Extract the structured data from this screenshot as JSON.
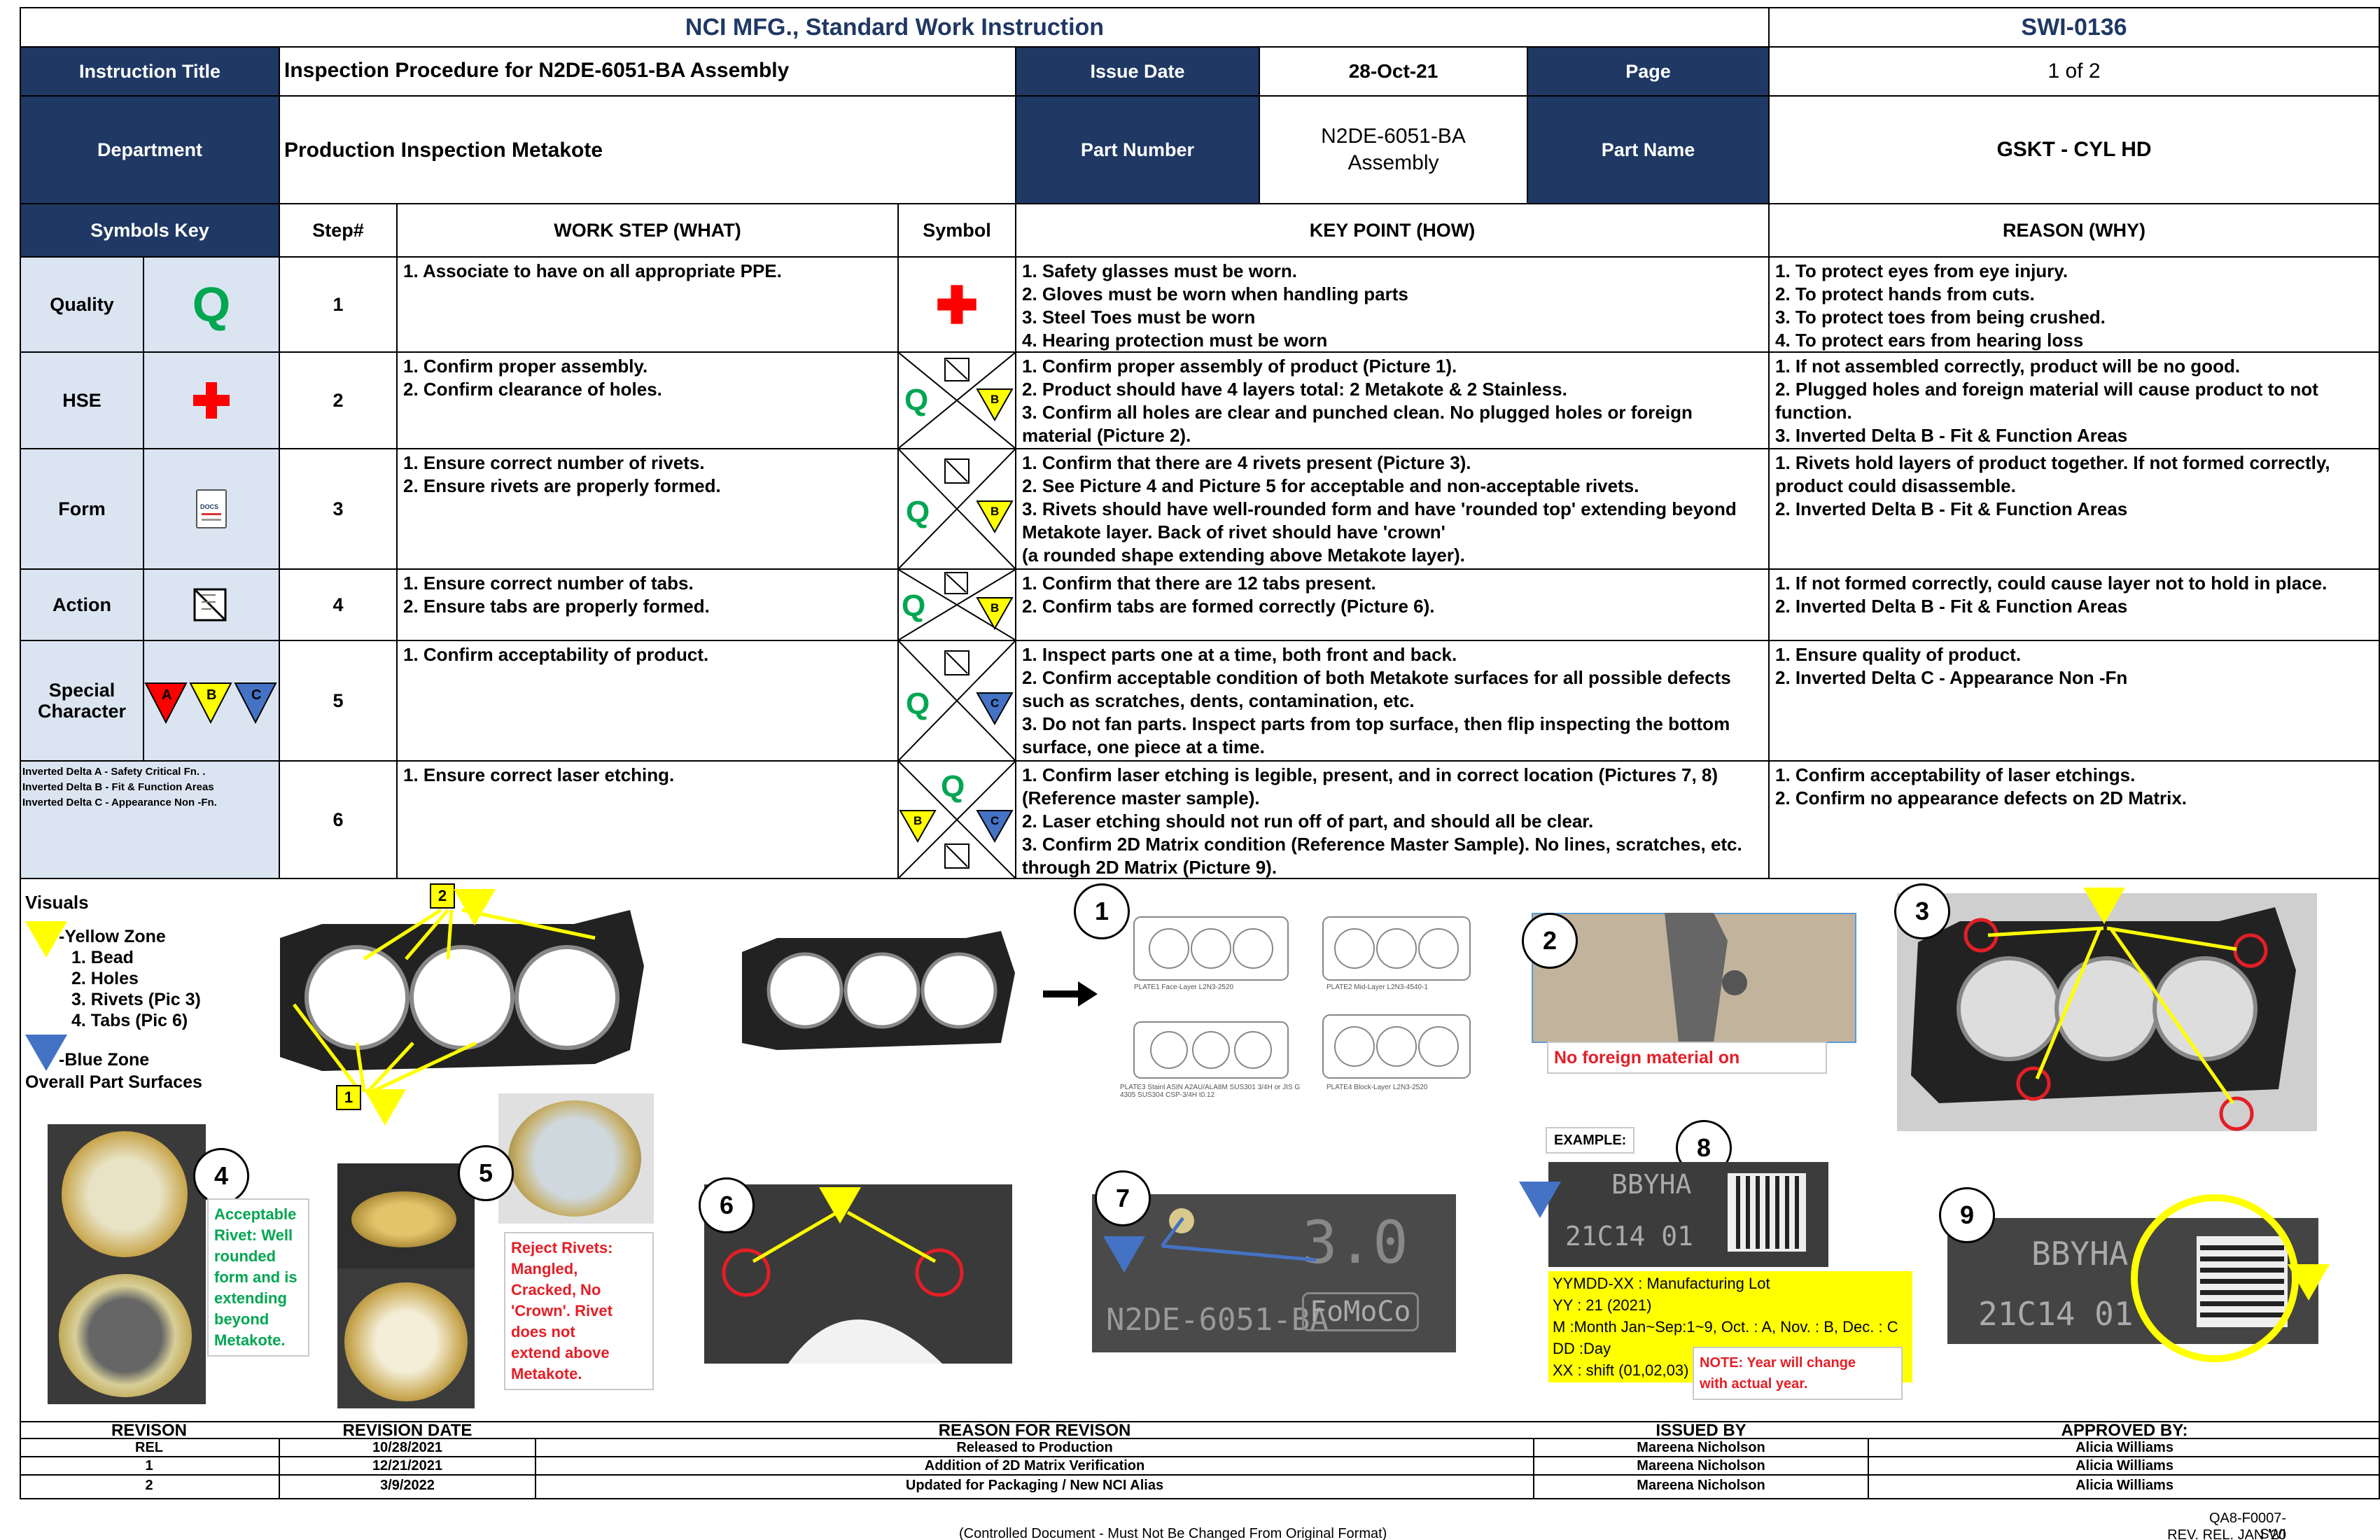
{
  "header": {
    "company_title": "NCI MFG., Standard Work Instruction",
    "doc_number": "SWI-0136",
    "instruction_title_label": "Instruction Title",
    "instruction_title": "Inspection Procedure for N2DE-6051-BA Assembly",
    "issue_date_label": "Issue Date",
    "issue_date": "28-Oct-21",
    "page_label": "Page",
    "page_value": "1 of 2",
    "department_label": "Department",
    "department": "Production Inspection Metakote",
    "part_number_label": "Part Number",
    "part_number": "N2DE-6051-BA\nAssembly",
    "part_name_label": "Part Name",
    "part_name": "GSKT - CYL HD"
  },
  "columns": {
    "symbols_key": "Symbols Key",
    "step": "Step#",
    "work_step": "WORK STEP (WHAT)",
    "symbol": "Symbol",
    "key_point": "KEY POINT (HOW)",
    "reason": "REASON (WHY)"
  },
  "symbols_key": {
    "quality": "Quality",
    "quality_letter": "Q",
    "hse": "HSE",
    "form": "Form",
    "form_icon_text": "DOCS",
    "action": "Action",
    "special_character": "Special\nCharacter",
    "delta_a": "A",
    "delta_b": "B",
    "delta_c": "C",
    "delta_legend": "Inverted Delta A - Safety Critical Fn. .\nInverted Delta B - Fit & Function Areas\nInverted Delta C  - Appearance Non -Fn."
  },
  "steps": [
    {
      "num": "1",
      "what": "1. Associate to have on all appropriate PPE.",
      "how": "1. Safety glasses must be worn.\n2. Gloves must be worn when handling parts\n3. Steel Toes must be worn\n4. Hearing protection must be worn",
      "why": "1. To protect eyes from eye injury.\n2. To protect hands from cuts.\n3. To protect toes from being crushed.\n4. To protect ears from hearing loss"
    },
    {
      "num": "2",
      "what": "1. Confirm proper assembly.\n2. Confirm clearance of holes.",
      "how": "1. Confirm proper assembly of product (Picture 1).\n2. Product should have 4 layers total: 2 Metakote & 2 Stainless.\n3. Confirm all holes are clear and punched clean. No plugged holes or foreign material (Picture 2).",
      "why": "1. If not assembled correctly, product will be no good.\n2. Plugged holes and foreign material will cause product to not function.\n3. Inverted Delta B - Fit & Function Areas"
    },
    {
      "num": "3",
      "what": "1. Ensure correct number of rivets.\n2. Ensure rivets are properly formed.",
      "how": "1. Confirm that there are 4 rivets present (Picture 3).\n2. See Picture 4 and Picture 5 for acceptable and non-acceptable rivets.\n3. Rivets should have well-rounded form and have 'rounded top' extending beyond Metakote layer. Back of rivet should have 'crown'\n(a rounded shape extending above Metakote layer).",
      "why": "1. Rivets hold layers of product together. If not formed correctly, product could disassemble.\n2. Inverted Delta B - Fit & Function Areas"
    },
    {
      "num": "4",
      "what": "1. Ensure correct number of tabs.\n2. Ensure tabs are properly formed.",
      "how": "1. Confirm that there are 12 tabs present.\n2. Confirm tabs are formed correctly (Picture 6).",
      "why": "1. If not formed correctly, could cause layer not to hold in place.\n2. Inverted Delta B - Fit & Function Areas"
    },
    {
      "num": "5",
      "what": "1. Confirm acceptability of product.",
      "how": "1. Inspect parts one at a time, both front and back.\n2. Confirm acceptable condition of both Metakote surfaces for all possible defects such as scratches, dents, contamination, etc.\n3. Do not fan parts. Inspect parts from top surface, then flip inspecting the bottom surface, one piece at a time.",
      "why": "1. Ensure quality of product.\n2. Inverted Delta C  - Appearance Non -Fn"
    },
    {
      "num": "6",
      "what": "1. Ensure correct laser etching.",
      "how": "1. Confirm laser etching is legible, present, and in correct location (Pictures 7, 8) (Reference master sample).\n2. Laser etching should not run off of part, and should all be clear.\n3. Confirm 2D Matrix condition (Reference Master Sample). No lines, scratches, etc. through 2D Matrix (Picture 9).",
      "why": "1. Confirm acceptability of laser etchings.\n2. Confirm no appearance defects on 2D Matrix."
    }
  ],
  "visuals": {
    "title": "Visuals",
    "yellow_zone": "-Yellow Zone",
    "yellow_items": [
      "1. Bead",
      "2. Holes",
      "3. Rivets (Pic 3)",
      "4. Tabs (Pic 6)"
    ],
    "blue_zone": "-Blue Zone",
    "overall": "Overall Part Surfaces",
    "pic_numbers": [
      "1",
      "2",
      "3",
      "4",
      "5",
      "6",
      "7",
      "8",
      "9"
    ],
    "zone_tags": [
      "1",
      "2"
    ],
    "layer_labels": [
      "PLATE1 Face-Layer L2N3-2520",
      "PLATE2 Mid-Layer L2N3-4540-1",
      "PLATE3 Stainl ASIN A2AU/ALA8M SUS301 3/4H or JIS G 4305 SUS304 CSP-3/4H t0.12",
      "PLATE4 Block-Layer L2N3-2520"
    ],
    "no_foreign": "No foreign material on",
    "acceptable_rivet": "Acceptable\nRivet: Well\nrounded\nform and is\nextending\nbeyond\nMetakote.",
    "reject_rivets": "Reject Rivets:\nMangled,\nCracked, No\n'Crown'. Rivet\ndoes not\nextend above\nMetakote.",
    "etch_text": "N2DE-6051-BA",
    "etch_big": "3.0",
    "fomoco": "FoMoCo",
    "example": "EXAMPLE:",
    "lot_top": "BBYHA",
    "lot_bottom": "21C14 01",
    "lot_legend": "YYMDD-XX : Manufacturing Lot\nYY :  21 (2021)\nM  :Month Jan~Sep:1~9,  Oct. : A, Nov. : B, Dec. : C\nDD  :Day\nXX : shift (01,02,03)",
    "note": "NOTE: Year will change\nwith actual year."
  },
  "revisions": {
    "headers": [
      "REVISON",
      "REVISION DATE",
      "REASON FOR REVISON",
      "ISSUED BY",
      "APPROVED BY:"
    ],
    "rows": [
      [
        "REL",
        "10/28/2021",
        "Released to Production",
        "Mareena Nicholson",
        "Alicia Williams"
      ],
      [
        "1",
        "12/21/2021",
        "Addition of 2D Matrix Verification",
        "Mareena Nicholson",
        "Alicia Williams"
      ],
      [
        "2",
        "3/9/2022",
        "Updated for Packaging / New NCI Alias",
        "Mareena Nicholson",
        "Alicia Williams"
      ]
    ]
  },
  "footer": {
    "controlled": "(Controlled Document - Must Not Be Changed From Original Format)",
    "form_no": "QA8-F0007-SWI",
    "rev_rel": "REV. REL. JAN '20"
  },
  "colors": {
    "navy": "#1f3864",
    "light_blue": "#dbe5f1",
    "quality_green": "#00a651",
    "hse_red": "#ff0000",
    "delta_yellow": "#ffff00",
    "delta_blue": "#4472c4",
    "annot_red": "#e41e26"
  }
}
